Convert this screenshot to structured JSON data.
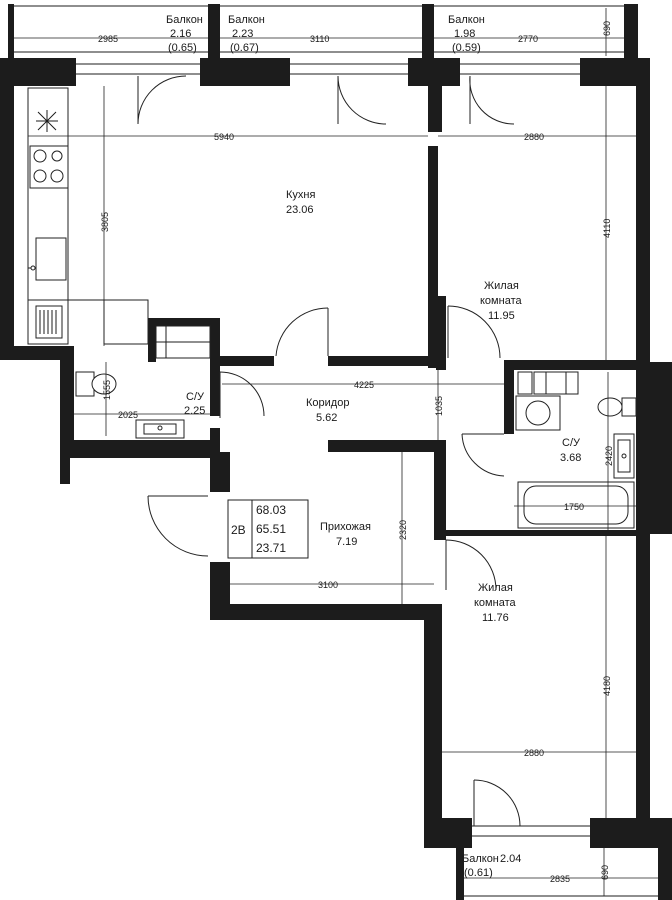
{
  "rooms": {
    "kitchen": {
      "name": "Кухня",
      "area": "23.06"
    },
    "living1": {
      "name1": "Жилая",
      "name2": "комната",
      "area": "11.95"
    },
    "living2": {
      "name1": "Жилая",
      "name2": "комната",
      "area": "11.76"
    },
    "bath_small": {
      "name": "С/У",
      "area": "2.25"
    },
    "bath_big": {
      "name": "С/У",
      "area": "3.68"
    },
    "corridor": {
      "name": "Коридор",
      "area": "5.62"
    },
    "hall": {
      "name": "Прихожая",
      "area": "7.19"
    }
  },
  "balconies": {
    "b1": {
      "name": "Балкон",
      "area": "2.16",
      "reduced": "(0.65)"
    },
    "b2": {
      "name": "Балкон",
      "area": "2.23",
      "reduced": "(0.67)"
    },
    "b3": {
      "name": "Балкон",
      "area": "1.98",
      "reduced": "(0.59)"
    },
    "b4": {
      "name": "Балкон",
      "area": "2.04",
      "reduced": "(0.61)"
    }
  },
  "dimensions": {
    "b1_width": "2985",
    "b2_width": "3110",
    "b3_width": "2770",
    "b_depth_top": "690",
    "kitchen_width": "5940",
    "kitchen_depth": "3805",
    "living1_width": "2880",
    "living1_depth": "4110",
    "corridor_width": "4225",
    "corridor_depth": "1035",
    "bath_small_width": "2025",
    "bath_small_depth": "1555",
    "bath_big_width": "1750",
    "bath_big_depth": "2420",
    "hall_width": "3100",
    "hall_depth": "2320",
    "living2_depth": "4180",
    "living2_width": "2880",
    "b4_width": "2835",
    "b_depth_bottom": "690"
  },
  "summary": {
    "type": "2В",
    "total": "68.03",
    "living_total": "65.51",
    "living": "23.71"
  }
}
